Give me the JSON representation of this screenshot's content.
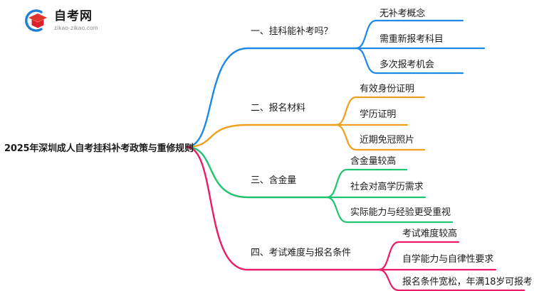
{
  "logo": {
    "name": "自考网",
    "url": "zikao-zikao.com",
    "mark": "graduation-cap-logo"
  },
  "mindmap": {
    "root": "2025年深圳成人自考挂科补考政策与重修规则",
    "branches": [
      {
        "label": "一、挂科能补考吗？",
        "color": "#1e88e5",
        "children": [
          "无补考概念",
          "需重新报考科目",
          "多次报考机会"
        ]
      },
      {
        "label": "二、报名材料",
        "color": "#f0a01e",
        "children": [
          "有效身份证明",
          "学历证明",
          "近期免冠照片"
        ]
      },
      {
        "label": "三、含金量",
        "color": "#1ec46e",
        "children": [
          "含金量较高",
          "社会对高学历需求",
          "实际能力与经验更受重视"
        ]
      },
      {
        "label": "四、考试难度与报名条件",
        "color": "#ec1b67",
        "children": [
          "考试难度较高",
          "自学能力与自律性要求",
          "报名条件宽松，年满18岁可报考"
        ]
      }
    ]
  }
}
